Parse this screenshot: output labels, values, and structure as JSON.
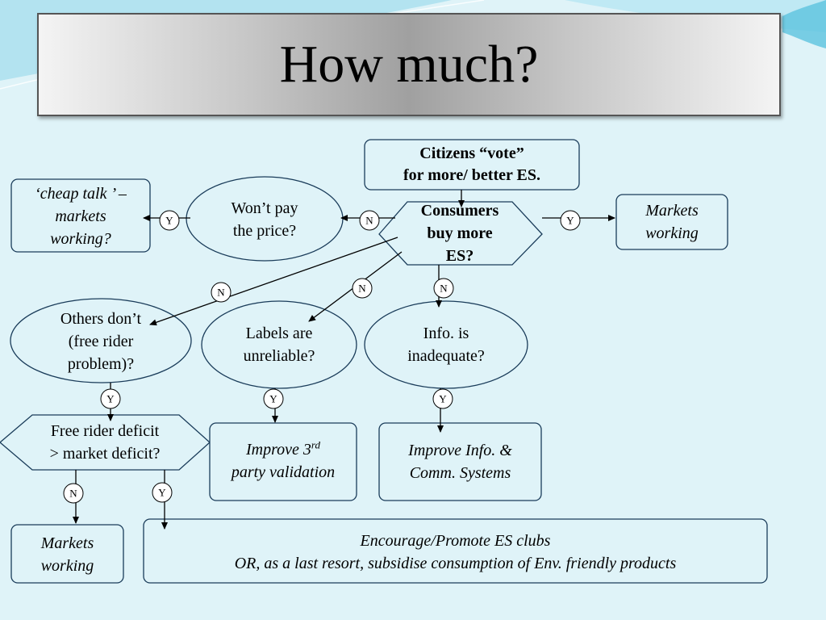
{
  "slide": {
    "title": "How much?"
  },
  "nodes": {
    "citizens_vote": {
      "line1": "Citizens “vote”",
      "line2": "for more/ better ES."
    },
    "consumers_buy": {
      "line1": "Consumers",
      "line2": "buy more",
      "line3": "ES?"
    },
    "wont_pay": {
      "line1": "Won’t pay",
      "line2": "the price?"
    },
    "cheap_talk": {
      "line1": "‘cheap talk ’ –",
      "line2": "markets",
      "line3": "working?"
    },
    "markets_working_right": {
      "line1": "Markets",
      "line2": "working"
    },
    "others_dont": {
      "line1": "Others don’t",
      "line2": "(free rider",
      "line3": "problem)?"
    },
    "labels_unreliable": {
      "line1": "Labels are",
      "line2": "unreliable?"
    },
    "info_inadequate": {
      "line1": "Info. is",
      "line2": "inadequate?"
    },
    "free_rider_deficit": {
      "line1": "Free rider deficit",
      "line2": "> market deficit?"
    },
    "improve_validation": {
      "line1_prefix": "Improve 3",
      "line1_sup": "rd",
      "line2": "party validation"
    },
    "improve_info": {
      "line1": "Improve Info. &",
      "line2": "Comm. Systems"
    },
    "markets_working_left": {
      "line1": "Markets",
      "line2": "working"
    },
    "encourage": {
      "line1": "Encourage/Promote ES clubs",
      "line2": "OR, as a last resort,  subsidise consumption of Env. friendly products"
    }
  },
  "edge_labels": {
    "n_to_wont_pay": "N",
    "y_to_cheap_talk": "Y",
    "y_to_markets": "Y",
    "n_to_others": "N",
    "n_to_labels": "N",
    "n_to_info": "N",
    "y_from_others": "Y",
    "y_from_labels": "Y",
    "y_from_info": "Y",
    "n_to_markets_left": "N",
    "y_to_encourage": "Y"
  },
  "colors": {
    "background": "#dff3f8",
    "node_fill": "#dff3f8",
    "stroke": "#1a3c5a",
    "accent_wave": "#8fd3e6"
  }
}
